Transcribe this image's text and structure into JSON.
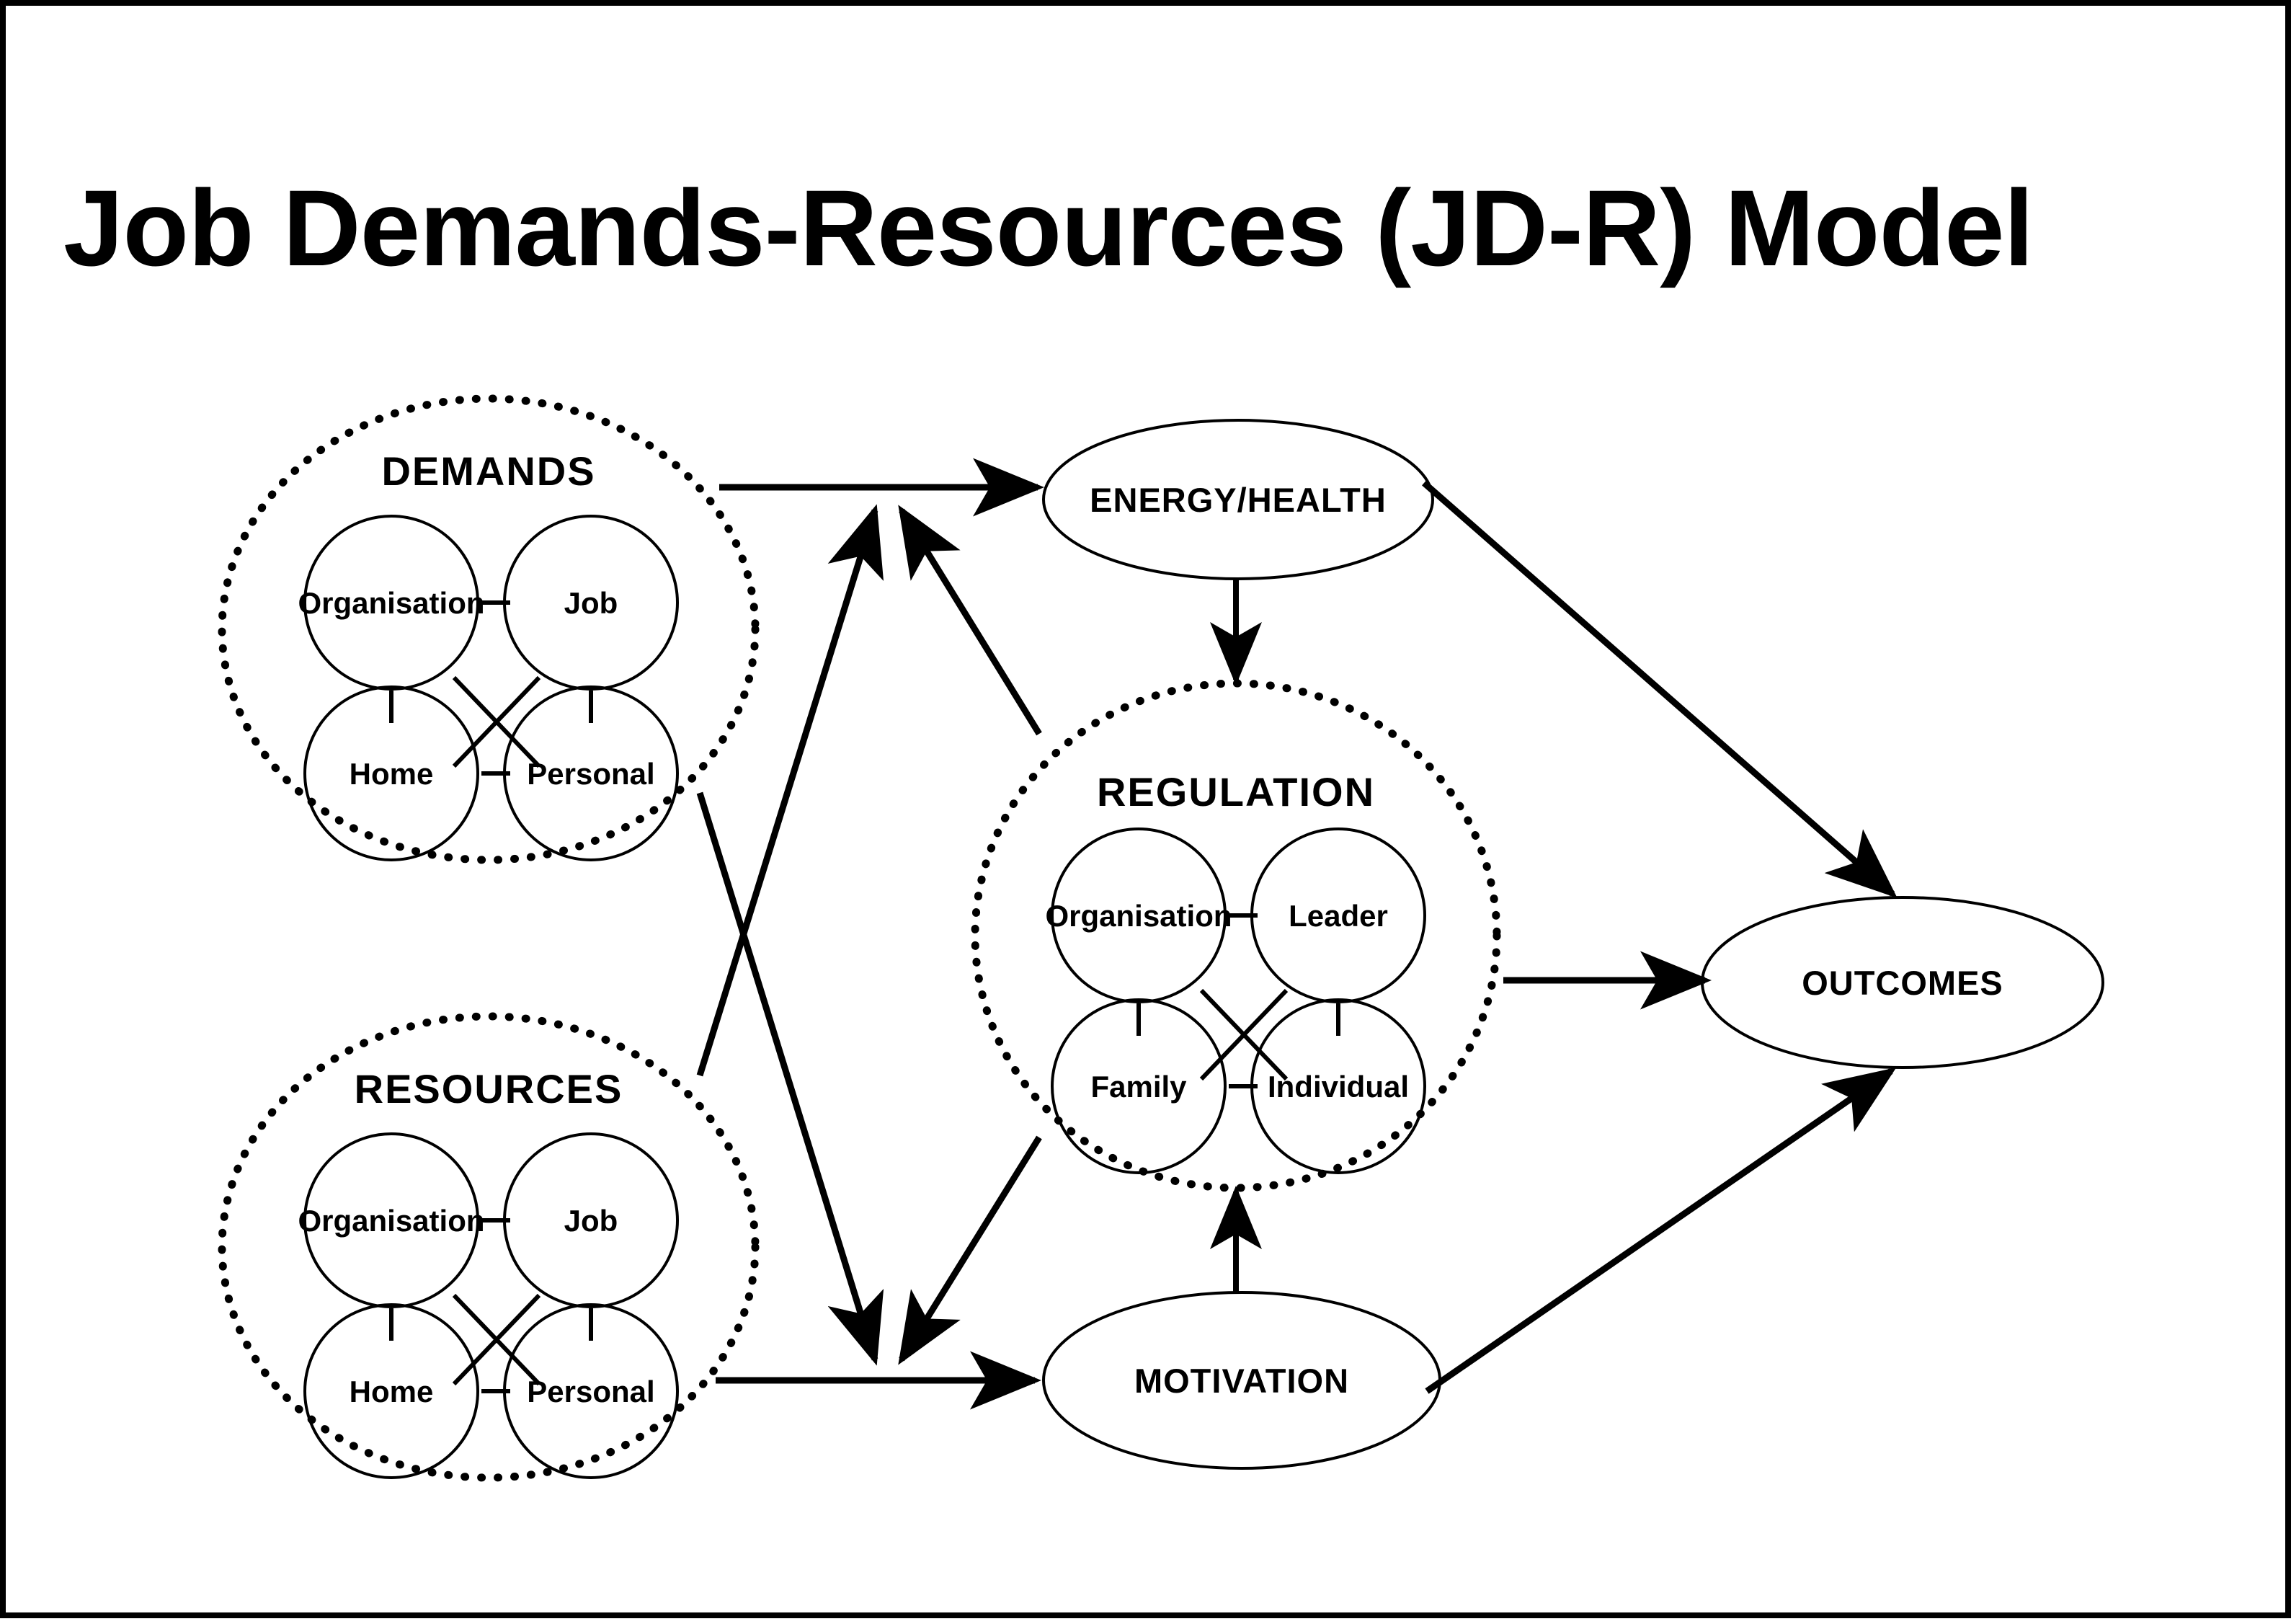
{
  "page": {
    "title": "Job Demands-Resources (JD-R) Model",
    "background_color": "#ffffff",
    "line_color": "#000000",
    "border_color": "#000000"
  },
  "chart_data": {
    "type": "diagram",
    "title": "Job Demands-Resources (JD-R) Model",
    "clusters": [
      {
        "id": "demands",
        "label": "DEMANDS",
        "boundary": "dotted-circle",
        "nodes": [
          "Organisation",
          "Job",
          "Home",
          "Personal"
        ]
      },
      {
        "id": "resources",
        "label": "RESOURCES",
        "boundary": "dotted-circle",
        "nodes": [
          "Organisation",
          "Job",
          "Home",
          "Personal"
        ]
      },
      {
        "id": "regulation",
        "label": "REGULATION",
        "boundary": "dotted-circle",
        "nodes": [
          "Organisation",
          "Leader",
          "Family",
          "Individual"
        ]
      }
    ],
    "ellipses": [
      {
        "id": "energy-health",
        "label": "ENERGY/HEALTH"
      },
      {
        "id": "outcomes",
        "label": "OUTCOMES"
      },
      {
        "id": "motivation",
        "label": "MOTIVATION"
      }
    ],
    "edges": [
      {
        "from": "demands",
        "to": "energy-health",
        "style": "arrow"
      },
      {
        "from": "resources",
        "to": "motivation",
        "style": "arrow"
      },
      {
        "from": "demands",
        "to": "motivation-path",
        "style": "arrow"
      },
      {
        "from": "resources",
        "to": "energy-health-path",
        "style": "arrow"
      },
      {
        "from": "regulation",
        "to": "energy-health-path",
        "style": "arrow"
      },
      {
        "from": "regulation",
        "to": "motivation-path",
        "style": "arrow"
      },
      {
        "from": "energy-health",
        "to": "regulation",
        "style": "arrow"
      },
      {
        "from": "motivation",
        "to": "regulation",
        "style": "arrow"
      },
      {
        "from": "energy-health",
        "to": "outcomes",
        "style": "arrow"
      },
      {
        "from": "motivation",
        "to": "outcomes",
        "style": "arrow"
      },
      {
        "from": "regulation",
        "to": "outcomes",
        "style": "arrow"
      }
    ]
  },
  "demands": {
    "title": "DEMANDS",
    "nodes": {
      "top_left": "Organisation",
      "top_right": "Job",
      "bottom_left": "Home",
      "bottom_right": "Personal"
    }
  },
  "resources": {
    "title": "RESOURCES",
    "nodes": {
      "top_left": "Organisation",
      "top_right": "Job",
      "bottom_left": "Home",
      "bottom_right": "Personal"
    }
  },
  "regulation": {
    "title": "REGULATION",
    "nodes": {
      "top_left": "Organisation",
      "top_right": "Leader",
      "bottom_left": "Family",
      "bottom_right": "Individual"
    }
  },
  "ellipses": {
    "energy_health": "ENERGY/HEALTH",
    "outcomes": "OUTCOMES",
    "motivation": "MOTIVATION"
  }
}
